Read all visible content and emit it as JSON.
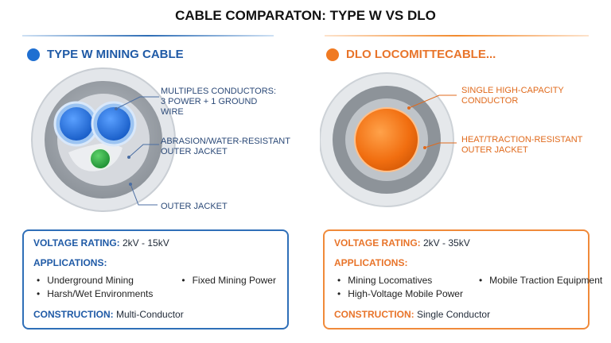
{
  "title": "CABLE COMPARATON: TYPE W VS DLO",
  "colors": {
    "blue": "#1f5aa6",
    "orange": "#e8742a",
    "green": "#2aa646"
  },
  "left": {
    "heading": "TYPE W MINING CABLE",
    "callouts": [
      "MULTIPLES CONDUCTORS:",
      "3 POWER + 1 GROUND",
      "WIRE",
      "ABRASION/WATER-RESISTANT",
      "OUTER JACKET",
      "OUTER JACKET"
    ],
    "voltage_label": "VOLTAGE RATING:",
    "voltage_value": "2kV - 15kV",
    "applications_label": "APPLICATIONS:",
    "applications": [
      "Underground Mining",
      "Fixed Mining Power",
      "Harsh/Wet Environments"
    ],
    "construction_label": "CONSTRUCTION:",
    "construction_value": "Multi-Conductor"
  },
  "right": {
    "heading": "DLO LOCOMITTECABLE...",
    "callouts": [
      "SINGLE HIGH-CAPACITY",
      "CONDUCTOR",
      "HEAT/TRACTION-RESISTANT",
      "OUTER JACKET"
    ],
    "voltage_label": "VOLTAGE RATING:",
    "voltage_value": "2kV - 35kV",
    "applications_label": "APPLICATIONS:",
    "applications": [
      "Mining Locomatives",
      "Mobile Traction Equipment",
      "High-Voltage Mobile Power"
    ],
    "construction_label": "CONSTRUCTION:",
    "construction_value": "Single Conductor"
  }
}
